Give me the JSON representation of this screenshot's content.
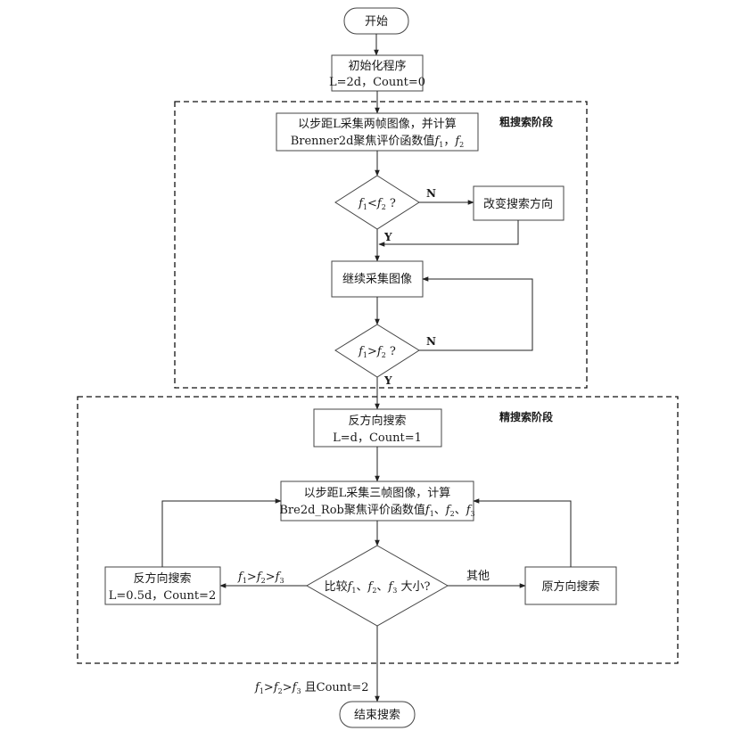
{
  "nodes": {
    "start": "开始",
    "init_line1": "初始化程序",
    "init_line2": "L=2d，Count=0",
    "sample2_line1": "以步距L采集两帧图像，并计算",
    "sample2_line2_prefix": "Brenner2d聚焦评价函数值",
    "decision1": "f1<f2 ?",
    "change_dir": "改变搜索方向",
    "continue_sample": "继续采集图像",
    "decision2": "f1>f2 ?",
    "reverse1_line1": "反方向搜索",
    "reverse1_line2": "L=d，Count=1",
    "sample3_line1": "以步距L采集三帧图像，计算",
    "sample3_line2_prefix": "Bre2d_Rob聚焦评价函数值",
    "compare_prefix": "比较",
    "compare_suffix": " 大小?",
    "reverse2_line1": "反方向搜索",
    "reverse2_line2": "L=0.5d，Count=2",
    "orig_dir": "原方向搜索",
    "end": "结束搜索"
  },
  "stages": {
    "coarse": "粗搜索阶段",
    "fine": "精搜索阶段"
  },
  "edge_labels": {
    "n1": "N",
    "y1": "Y",
    "n2": "N",
    "y2": "Y",
    "others": "其他",
    "desc_cond": "f1>f2>f3",
    "end_cond_suffix": " 且Count=2"
  },
  "symbols": {
    "f1": "f",
    "sub1": "1",
    "f2": "f",
    "sub2": "2",
    "f3": "f",
    "sub3": "3",
    "comma1": "，",
    "dun": "、",
    "gt": ">",
    "lt": "<",
    "q": " ?"
  }
}
